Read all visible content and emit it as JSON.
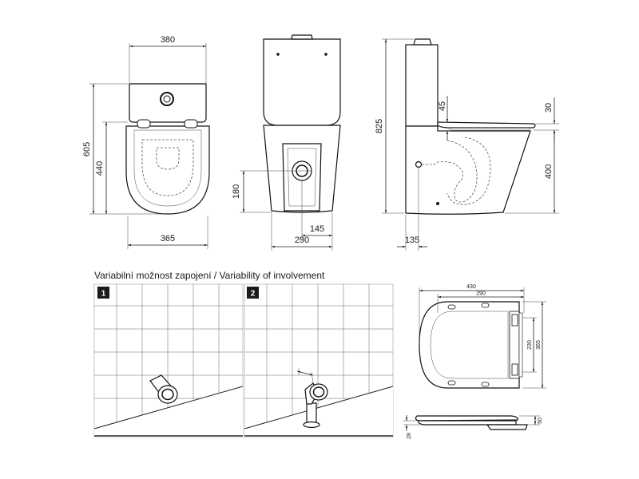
{
  "top_view": {
    "width": "380",
    "depth": "605",
    "seat_depth": "440",
    "base_width": "365"
  },
  "front_view": {
    "outlet_height": "180",
    "outlet_offset": "145",
    "base_width": "290"
  },
  "side_view": {
    "total_height": "825",
    "seat_offset": "45",
    "seat_thickness": "30",
    "seat_height": "400",
    "outlet_distance": "135"
  },
  "involvement": {
    "heading": "Variabilní možnost zapojení / Variability of involvement",
    "panels": [
      {
        "number": "1"
      },
      {
        "number": "2"
      }
    ]
  },
  "seat": {
    "length": "430",
    "inner_length": "290",
    "width": "365",
    "inner_width": "230",
    "thickness": "50",
    "lid_thickness": "28"
  }
}
